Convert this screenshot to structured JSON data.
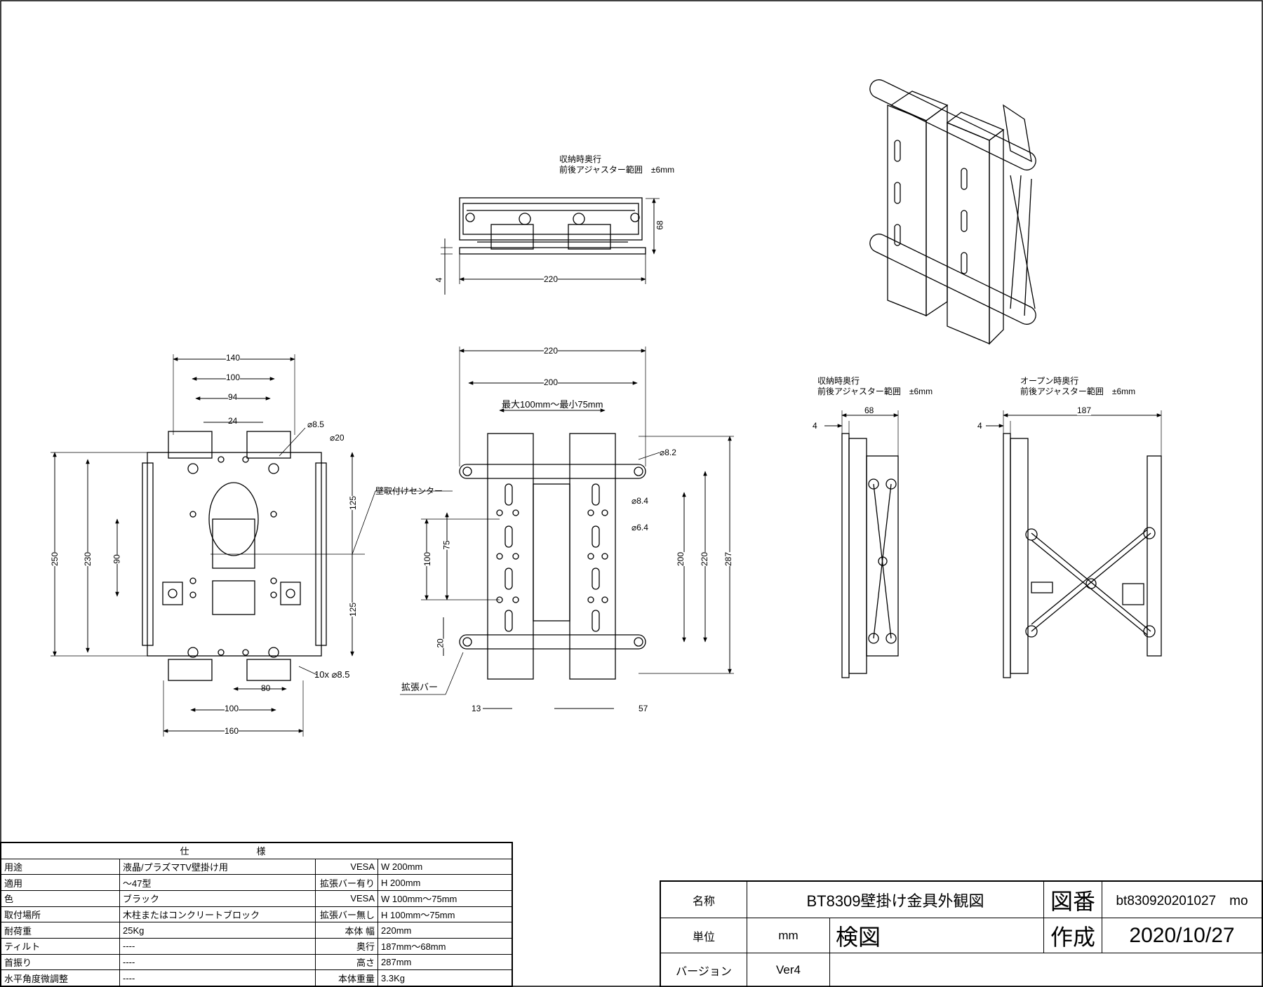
{
  "views": {
    "top": {
      "note_line1": "収納時奥行",
      "note_line2": "前後アジャスター範囲　±6mm",
      "dim_width": "220",
      "dim_depth": "68",
      "dim_plate": "4"
    },
    "wall_plate": {
      "dim_140": "140",
      "dim_100_top": "100",
      "dim_94": "94",
      "dim_24": "24",
      "hole_85": "⌀8.5",
      "hole_20": "⌀20",
      "dim_250": "250",
      "dim_230": "230",
      "dim_90": "90",
      "dim_125_top": "125",
      "dim_125_bottom": "125",
      "center_label": "壁取付けセンター",
      "holes_10x": "10x ⌀8.5",
      "dim_80": "80",
      "dim_100_bottom": "100",
      "dim_160": "160"
    },
    "front": {
      "dim_220": "220",
      "dim_200": "200",
      "dim_range": "最大100mm～最小75mm",
      "hole_82": "⌀8.2",
      "hole_84": "⌀8.4",
      "hole_64": "⌀6.4",
      "dim_100": "100",
      "dim_75": "75",
      "dim_200_right": "200",
      "dim_220_right": "220",
      "dim_287": "287",
      "dim_20": "20",
      "bar_label": "拡張バー",
      "dim_13": "13",
      "dim_57": "57"
    },
    "side_closed": {
      "note_line1": "収納時奥行",
      "note_line2": "前後アジャスター範囲　±6mm",
      "dim_68": "68",
      "dim_4": "4"
    },
    "side_open": {
      "note_line1": "オープン時奥行",
      "note_line2": "前後アジャスター範囲　±6mm",
      "dim_187": "187",
      "dim_4": "4"
    }
  },
  "spec_table": {
    "header": "仕様",
    "rows": [
      {
        "label": "用途",
        "value": "液晶/プラズマTV壁掛け用",
        "label2": "VESA",
        "value2": "W  200mm"
      },
      {
        "label": "適用",
        "value": "～47型",
        "label2": "拡張バー有り",
        "value2": "H  200mm"
      },
      {
        "label": "色",
        "value": "ブラック",
        "label2": "VESA",
        "value2": "W  100mm～75mm"
      },
      {
        "label": "取付場所",
        "value": "木柱またはコンクリートブロック",
        "label2": "拡張バー無し",
        "value2": "H  100mm～75mm"
      },
      {
        "label": "耐荷重",
        "value": "25Kg",
        "label2": "本体  幅",
        "value2": "220mm"
      },
      {
        "label": "ティルト",
        "value": "----",
        "label2": "奥行",
        "value2": "187mm～68mm"
      },
      {
        "label": "首振り",
        "value": "----",
        "label2": "高さ",
        "value2": "287mm"
      },
      {
        "label": "水平角度微調整",
        "value": " ----",
        "label2": "本体重量",
        "value2": "3.3Kg"
      }
    ]
  },
  "title_block": {
    "name_label": "名称",
    "name_value": "BT8309壁掛け金具外観図",
    "drawing_no_label": "図番",
    "drawing_no_value": "bt830920201027　mo",
    "unit_label": "単位",
    "unit_value": "mm",
    "check_label": "検図",
    "created_label": "作成",
    "created_value": "2020/10/27",
    "version_label": "バージョン",
    "version_value": "Ver4"
  }
}
